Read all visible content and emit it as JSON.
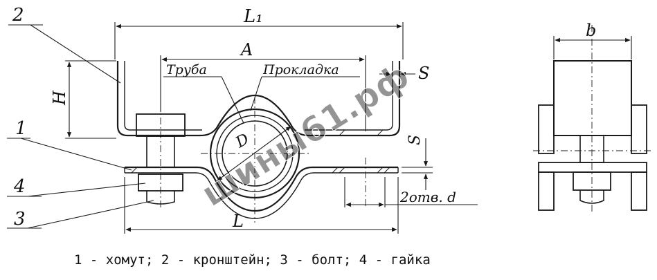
{
  "diagram": {
    "callouts": [
      "2",
      "1",
      "4",
      "3"
    ],
    "dimensions": {
      "L1": "L₁",
      "A": "A",
      "H": "H",
      "S_right": "S",
      "S_vertical": "S",
      "D": "D",
      "L": "L",
      "b": "b",
      "holes": "2отв. d"
    },
    "labels": {
      "pipe": "Труба",
      "gasket": "Прокладка"
    },
    "caption": "1 - хомут; 2 - кронштейн; 3 - болт; 4 - гайка",
    "watermark": "шины61.рф"
  },
  "colors": {
    "ink": "#1a1a1a",
    "watermark": "#6f6f6f"
  }
}
